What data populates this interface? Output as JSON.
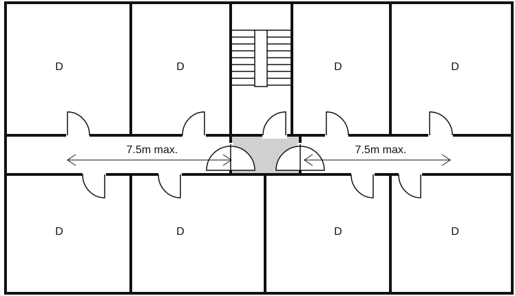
{
  "rooms": [
    {
      "label": "D"
    },
    {
      "label": "D"
    },
    {
      "label": "D"
    },
    {
      "label": "D"
    },
    {
      "label": "D"
    },
    {
      "label": "D"
    },
    {
      "label": "D"
    },
    {
      "label": "D"
    }
  ],
  "measurements": {
    "left": "7.5m max.",
    "right": "7.5m max."
  },
  "colors": {
    "walls": "#111111",
    "lobby_fill": "#d0d0d0",
    "background": "#ffffff"
  }
}
